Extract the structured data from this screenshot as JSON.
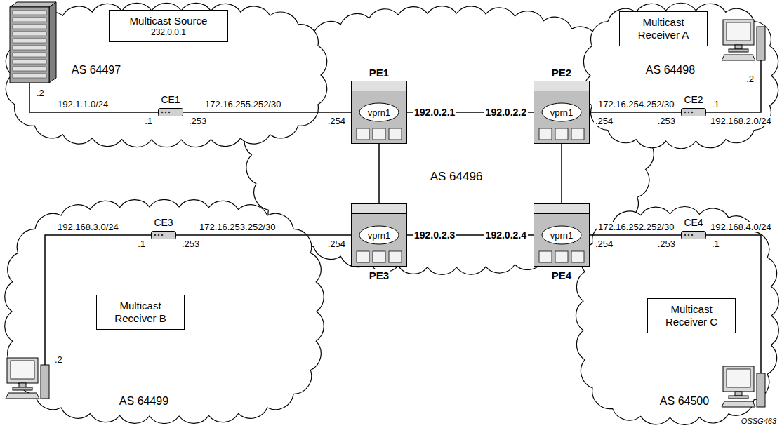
{
  "diagram": {
    "nodes": [
      {
        "text": [
          "AS 64496"
        ]
      },
      {
        "text": [
          "PE1",
          "vprn1"
        ],
        "in": 0
      },
      {
        "text": [
          "PE2",
          "vprn1"
        ],
        "in": 0
      },
      {
        "text": [
          "PE3",
          "vprn1"
        ],
        "in": 0
      },
      {
        "text": [
          "PE4",
          "vprn1"
        ],
        "in": 0
      },
      {
        "text": [
          "AS 64497"
        ]
      },
      {
        "text": [
          "Multicast Source",
          "232.0.0.1"
        ],
        "in": 5
      },
      {
        "text": [
          "CE1"
        ],
        "in": 5
      },
      {
        "text": [
          "AS 64498"
        ]
      },
      {
        "text": [
          "Multicast Receiver A"
        ],
        "in": 8
      },
      {
        "text": [
          "CE2"
        ],
        "in": 8
      },
      {
        "text": [
          "AS 64499"
        ]
      },
      {
        "text": [
          "Multicast Receiver B"
        ],
        "in": 11
      },
      {
        "text": [
          "CE3"
        ],
        "in": 11
      },
      {
        "text": [
          "AS 64500"
        ]
      },
      {
        "text": [
          "Multicast Receiver C"
        ],
        "in": 14
      },
      {
        "text": [
          "CE4"
        ],
        "in": 14
      }
    ],
    "edges": [
      {
        "from": 7,
        "to": 1,
        "arrow": "none"
      },
      {
        "from": 1,
        "to": 2,
        "arrow": "none"
      },
      {
        "from": 10,
        "to": 2,
        "arrow": "none"
      },
      {
        "from": 1,
        "to": 3,
        "arrow": "none"
      },
      {
        "from": 2,
        "to": 4,
        "arrow": "none"
      },
      {
        "from": 13,
        "to": 3,
        "arrow": "none"
      },
      {
        "from": 3,
        "to": 4,
        "arrow": "none"
      },
      {
        "from": 16,
        "to": 4,
        "arrow": "none"
      }
    ],
    "labels": [
      ".2",
      "192.1.1.0/24",
      ".1",
      ".253",
      "172.16.255.252/30",
      ".254",
      "192.0.2.1",
      "192.0.2.2",
      ".254",
      "172.16.254.252/30",
      ".253",
      ".1",
      "192.168.2.0/24",
      ".2",
      "192.168.3.0/24",
      ".1",
      ".253",
      "172.16.253.252/30",
      ".254",
      "192.0.2.3",
      "192.0.2.4",
      ".254",
      "172.16.252.252/30",
      ".253",
      ".1",
      "192.168.4.0/24",
      ".2",
      "OSSG463"
    ]
  }
}
